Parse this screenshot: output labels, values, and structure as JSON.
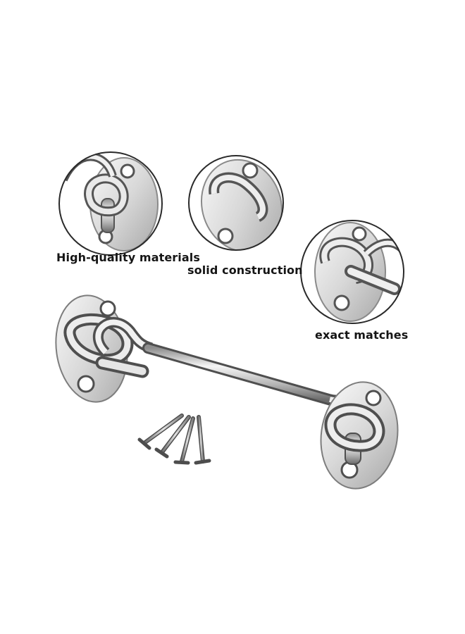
{
  "captions": {
    "detail_1": "High-quality materials",
    "detail_2": "solid construction",
    "detail_3": "exact matches"
  },
  "colors": {
    "background": "#ffffff",
    "metal_light": "#f4f4f4",
    "metal_mid": "#bdbdbd",
    "metal_dark": "#6e6e6e",
    "outline": "#2a2a2a",
    "caption_text": "#151515"
  },
  "icons": [
    "hook-latch-image",
    "detail-circle",
    "screw-icon"
  ]
}
